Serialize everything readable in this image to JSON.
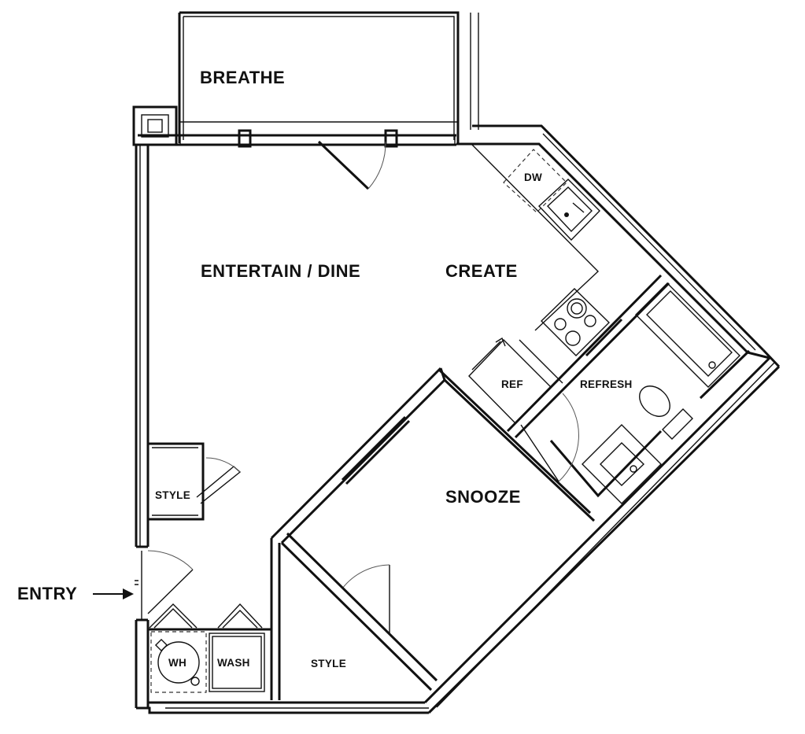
{
  "rooms": {
    "breathe": "BREATHE",
    "entertain_dine": "ENTERTAIN / DINE",
    "create": "CREATE",
    "dw": "DW",
    "ref": "REF",
    "refresh": "REFRESH",
    "snooze": "SNOOZE",
    "style_closet_1": "STYLE",
    "style_closet_2": "STYLE",
    "wh": "WH",
    "wash": "WASH"
  },
  "entry": {
    "label": "ENTRY"
  }
}
